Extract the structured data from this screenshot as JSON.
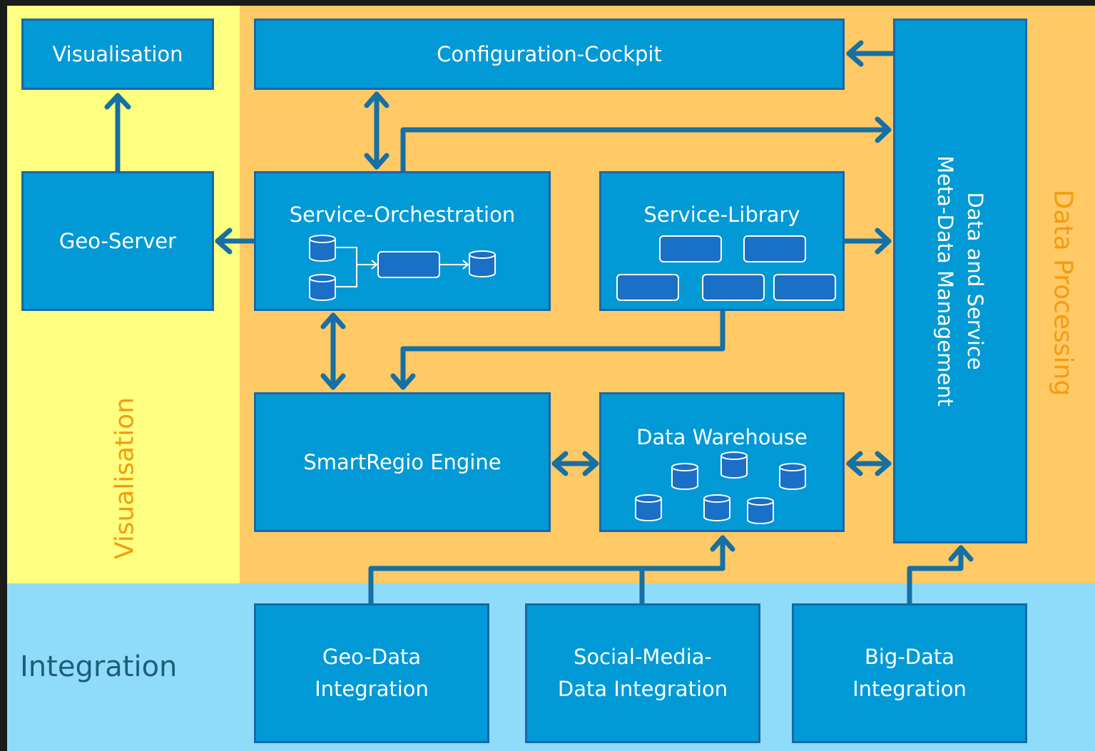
{
  "zones": {
    "visualisation": "Visualisation",
    "data_processing": "Data Processing",
    "integration": "Integration"
  },
  "boxes": {
    "visualisation": "Visualisation",
    "geo_server": "Geo-Server",
    "configuration_cockpit": "Configuration-Cockpit",
    "service_orchestration": "Service-Orchestration",
    "service_library": "Service-Library",
    "smartregio_engine": "SmartRegio Engine",
    "data_warehouse": "Data Warehouse",
    "meta_data_line1": "Data and Service",
    "meta_data_line2": "Meta-Data Management",
    "geo_data_line1": "Geo-Data",
    "geo_data_line2": "Integration",
    "social_media_line1": "Social-Media-",
    "social_media_line2": "Data Integration",
    "big_data_line1": "Big-Data",
    "big_data_line2": "Integration"
  },
  "colors": {
    "box_fill": "#0199d6",
    "box_border": "#1868a8",
    "arrow": "#1670a3",
    "zone_visualisation": "#ffff80",
    "zone_data_processing": "#ffc966",
    "zone_integration": "#8fdcfa",
    "zone_label_orange": "#f59b10"
  }
}
